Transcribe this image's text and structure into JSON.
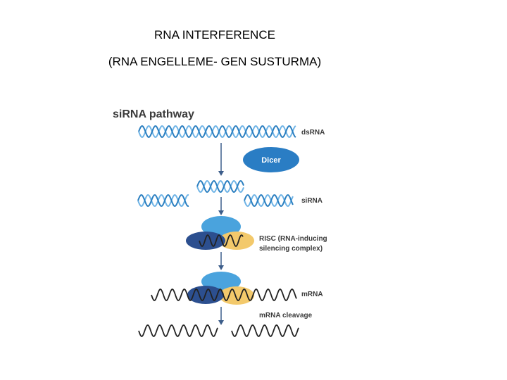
{
  "title": "RNA INTERFERENCE",
  "subtitle": "(RNA ENGELLEME- GEN SUSTURMA)",
  "diagram": {
    "heading": "siRNA pathway",
    "labels": {
      "dsrna": "dsRNA",
      "dicer": "Dicer",
      "sirna": "siRNA",
      "risc_line1": "RISC (RNA-inducing",
      "risc_line2": "silencing complex)",
      "mrna": "mRNA",
      "cleavage": "mRNA cleavage"
    },
    "colors": {
      "helix_blue": "#2b7fc0",
      "helix_light": "#6fb4e6",
      "dicer": "#2a7dc4",
      "risc_light": "#4aa3dd",
      "risc_dark": "#2c4f8f",
      "risc_yellow": "#f3c96b",
      "rna_black": "#222222",
      "arrow": "#3c5d8a"
    }
  }
}
